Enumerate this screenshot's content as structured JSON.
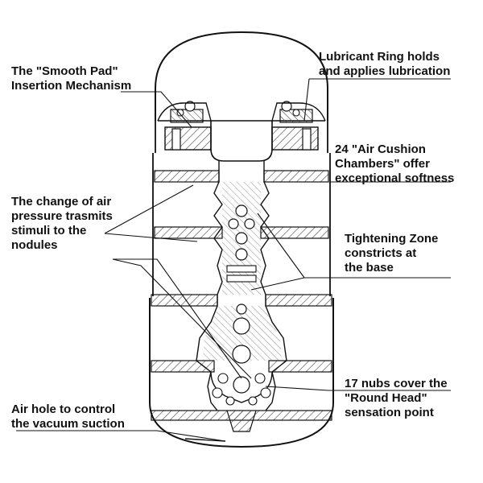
{
  "colors": {
    "ink": "#111111",
    "background": "#ffffff",
    "hatch": "#444444"
  },
  "callouts": {
    "smooth_pad": {
      "lines": [
        "The \"Smooth Pad\"",
        "Insertion Mechanism"
      ]
    },
    "lubricant_ring": {
      "lines": [
        "Lubricant Ring holds",
        "and applies lubrication"
      ]
    },
    "air_cushion": {
      "lines": [
        "24 \"Air Cushion",
        "Chambers\" offer",
        "exceptional softness"
      ]
    },
    "air_pressure": {
      "lines": [
        "The change of air",
        "pressure trasmits",
        "stimuli to the",
        "nodules"
      ]
    },
    "tightening_zone": {
      "lines": [
        "Tightening Zone",
        "constricts at",
        "the base"
      ]
    },
    "nubs": {
      "lines": [
        "17 nubs cover the",
        "\"Round Head\"",
        "sensation point"
      ]
    },
    "air_hole": {
      "lines": [
        "Air hole to control",
        "the vacuum suction"
      ]
    }
  }
}
